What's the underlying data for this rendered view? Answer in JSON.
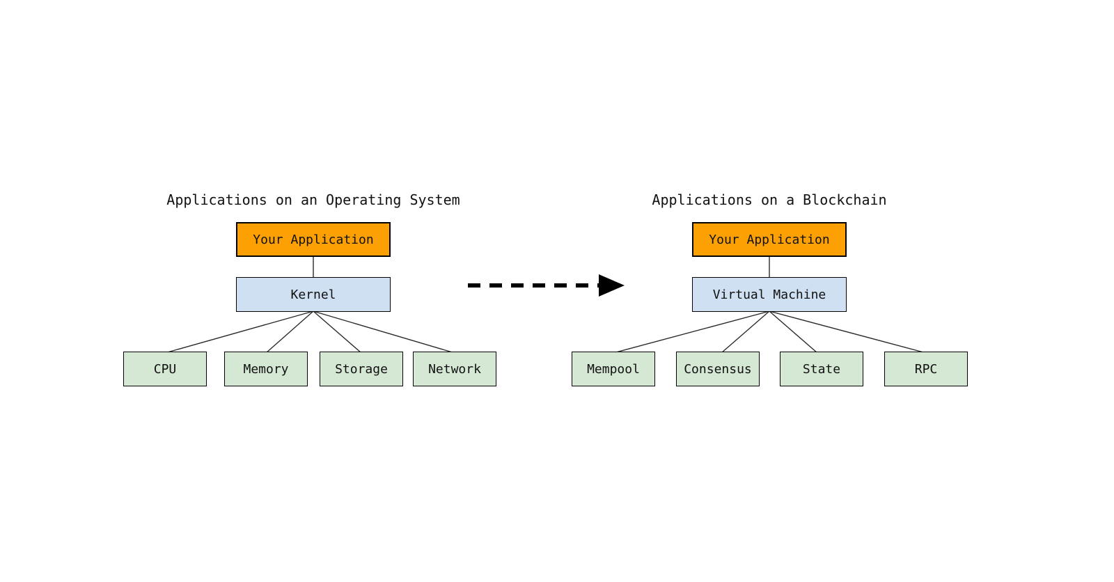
{
  "diagram": {
    "left": {
      "title": "Applications on an Operating System",
      "top_box": "Your Application",
      "middle_box": "Kernel",
      "children": [
        "CPU",
        "Memory",
        "Storage",
        "Network"
      ]
    },
    "right": {
      "title": "Applications on a Blockchain",
      "top_box": "Your Application",
      "middle_box": "Virtual Machine",
      "children": [
        "Mempool",
        "Consensus",
        "State",
        "RPC"
      ]
    },
    "arrow": {
      "name": "dashed-right-arrow",
      "color": "#000000"
    },
    "colors": {
      "app_fill": "#FCA004",
      "middle_fill": "#CEE0F2",
      "child_fill": "#D5E8D4",
      "border": "#000000",
      "background": "#FFFFFF"
    }
  }
}
